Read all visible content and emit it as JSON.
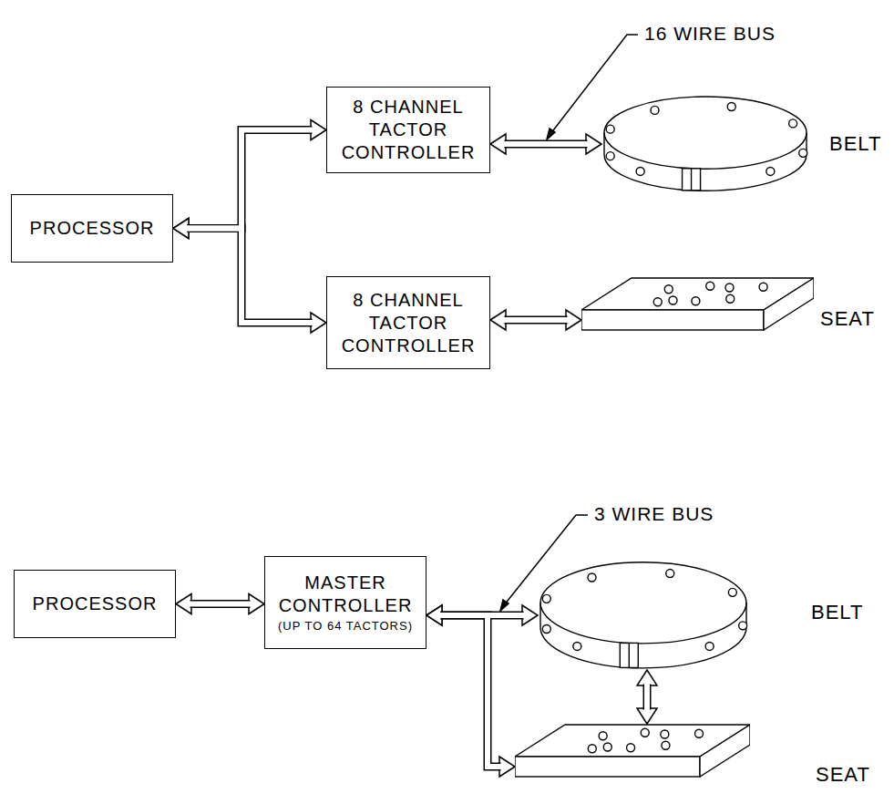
{
  "diagram": {
    "nodes": [
      {
        "text": [
          "PROCESSOR"
        ]
      },
      {
        "text": [
          "8 CHANNEL TACTOR CONTROLLER"
        ]
      },
      {
        "text": [
          "8 CHANNEL TACTOR CONTROLLER"
        ]
      },
      {
        "text": [
          "BELT"
        ]
      },
      {
        "text": [
          "SEAT"
        ]
      },
      {
        "text": [
          "PROCESSOR"
        ]
      },
      {
        "text": [
          "MASTER CONTROLLER",
          "(UP TO 64 TACTORS)"
        ]
      },
      {
        "text": [
          "BELT"
        ]
      },
      {
        "text": [
          "SEAT"
        ]
      }
    ],
    "edges": [
      {
        "from": 0,
        "to": 1,
        "arrow": "both"
      },
      {
        "from": 0,
        "to": 2,
        "arrow": "both"
      },
      {
        "from": 1,
        "to": 3,
        "arrow": "both"
      },
      {
        "from": 2,
        "to": 4,
        "arrow": "both"
      },
      {
        "from": 5,
        "to": 6,
        "arrow": "both"
      },
      {
        "from": 6,
        "to": 7,
        "arrow": "both"
      },
      {
        "from": 6,
        "to": 8,
        "arrow": "both"
      },
      {
        "from": 7,
        "to": 8,
        "arrow": "both"
      }
    ],
    "labels": [
      "16 WIRE BUS",
      "3 WIRE BUS"
    ]
  }
}
